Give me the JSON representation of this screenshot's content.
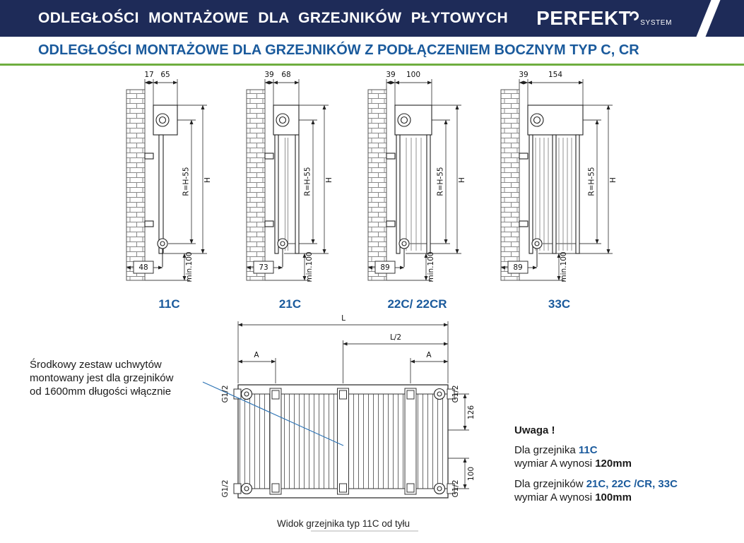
{
  "header": {
    "title": "ODLEGŁOŚCI MONTAŻOWE DLA GRZEJNIKÓW PŁYTOWYCH",
    "brand": "PERFEKT",
    "brand_sub": "SYSTEM"
  },
  "subheader": {
    "title": "ODLEGŁOŚCI MONTAŻOWE DLA GRZEJNIKÓW Z PODŁĄCZENIEM BOCZNYM TYP C, CR"
  },
  "colors": {
    "header_bg": "#1e2b58",
    "accent_blue": "#1a5a9c",
    "accent_green": "#6fae3f",
    "annotation_line_blue": "#2e74b5"
  },
  "diagrams": [
    {
      "type": "11C",
      "wall_offset": "17",
      "depth": "65",
      "bottom_offset": "48",
      "bracket_spacing": "R=H-55",
      "height": "H",
      "min_floor": "min.100"
    },
    {
      "type": "21C",
      "wall_offset": "39",
      "depth": "68",
      "bottom_offset": "73",
      "bracket_spacing": "R=H-55",
      "height": "H",
      "min_floor": "min.100"
    },
    {
      "type": "22C/ 22CR",
      "wall_offset": "39",
      "depth": "100",
      "bottom_offset": "89",
      "bracket_spacing": "R=H-55",
      "height": "H",
      "min_floor": "min.100"
    },
    {
      "type": "33C",
      "wall_offset": "39",
      "depth": "154",
      "bottom_offset": "89",
      "bracket_spacing": "R=H-55",
      "height": "H",
      "min_floor": "min.100"
    }
  ],
  "rear_view": {
    "dim_length": "L",
    "dim_half_length": "L/2",
    "dim_a_left": "A",
    "dim_a_right": "A",
    "conn_top_left": "G1/2",
    "conn_bottom_left": "G1/2",
    "conn_top_right": "G1/2",
    "conn_bottom_right": "G1/2",
    "dim_conn_top": "126",
    "dim_conn_bottom": "100",
    "caption": "Widok grzejnika typ 11C od tyłu"
  },
  "notes": {
    "left": {
      "line1": "Środkowy zestaw uchwytów",
      "line2": "montowany jest dla grzejników",
      "line3": "od 1600mm długości włącznie"
    },
    "right": {
      "title": "Uwaga !",
      "p1_text": "Dla grzejnika ",
      "p1_bold": "11C",
      "p2_text": "wymiar A wynosi ",
      "p2_value": "120mm",
      "p3_text": "Dla grzejników ",
      "p3_bold": "21C, 22C /CR, 33C",
      "p4_text": "wymiar A wynosi ",
      "p4_value": "100mm"
    }
  }
}
